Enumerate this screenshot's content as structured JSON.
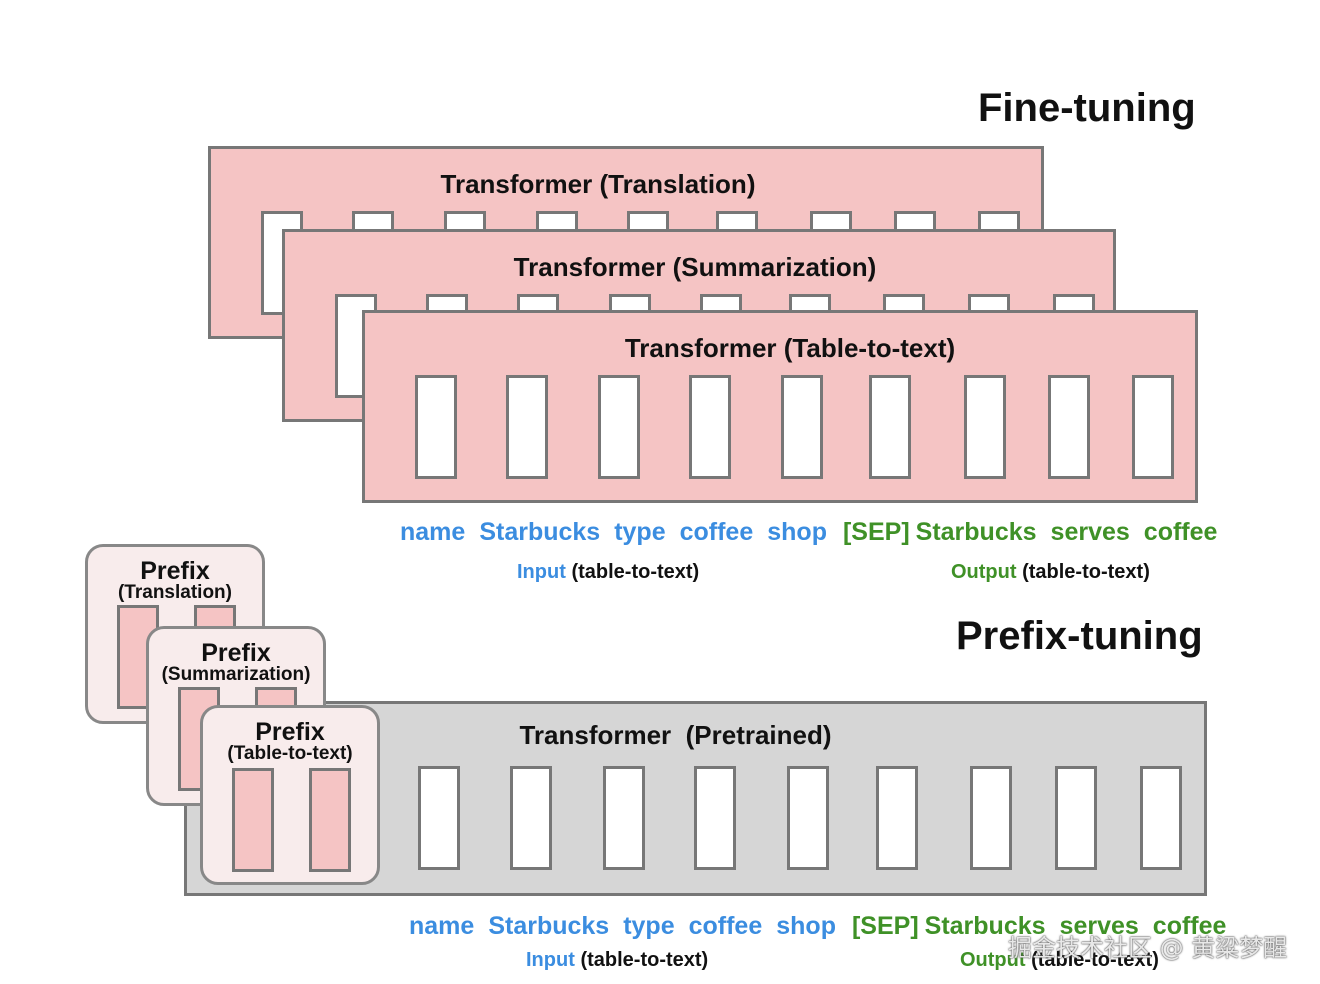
{
  "finetuning": {
    "heading": "Fine-tuning",
    "models": [
      {
        "title": "Transformer (Translation)"
      },
      {
        "title": "Transformer (Summarization)"
      },
      {
        "title": "Transformer (Table-to-text)"
      }
    ],
    "input_tokens": [
      "name",
      "Starbucks",
      "type",
      "coffee",
      "shop"
    ],
    "output_tokens": [
      "[SEP]",
      "Starbucks",
      "serves",
      "coffee"
    ],
    "input_caption": {
      "word": "Input",
      "rest": "(table-to-text)"
    },
    "output_caption": {
      "word": "Output",
      "rest": "(table-to-text)"
    }
  },
  "prefixtuning": {
    "heading": "Prefix-tuning",
    "model_title": "Transformer  (Pretrained)",
    "prefixes": [
      {
        "name": "Prefix",
        "task": "(Translation)"
      },
      {
        "name": "Prefix",
        "task": "(Summarization)"
      },
      {
        "name": "Prefix",
        "task": "(Table-to-text)"
      }
    ],
    "input_tokens": [
      "name",
      "Starbucks",
      "type",
      "coffee",
      "shop"
    ],
    "output_tokens": [
      "[SEP]",
      "Starbucks",
      "serves",
      "coffee"
    ],
    "input_caption": {
      "word": "Input",
      "rest": "(table-to-text)"
    },
    "output_caption": {
      "word": "Output",
      "rest": "(table-to-text)"
    }
  },
  "watermark": "掘金技术社区 @ 黄粱梦醒",
  "colors": {
    "input": "#3b8de0",
    "output": "#3f9127",
    "finetune_box": "#f5c4c4",
    "pretrained_box": "#d6d6d6"
  }
}
